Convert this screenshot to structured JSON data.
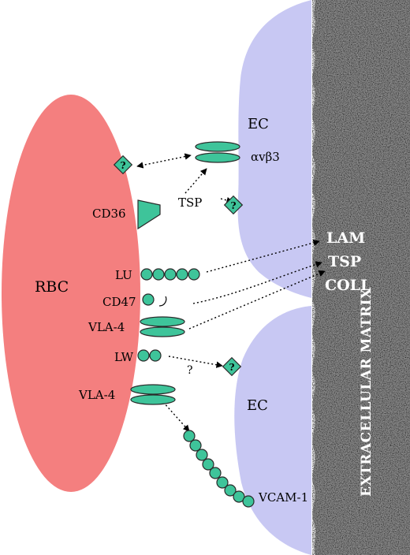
{
  "labels": {
    "rbc": "RBC",
    "ec_top": "EC",
    "ec_bottom": "EC",
    "avb3": "αvβ3",
    "cd36": "CD36",
    "tsp": "TSP",
    "lu": "LU",
    "cd47": "CD47",
    "vla4_top": "VLA-4",
    "lw": "LW",
    "vla4_bottom": "VLA-4",
    "vcam1": "VCAM-1",
    "q_unknown": "?",
    "q_receptor": "?",
    "lam": "LAM",
    "tsp_matrix": "TSP",
    "coll": "COLL",
    "matrix": "EXTRACELLULAR MATRIX"
  },
  "colors": {
    "rbc": "#f47f7f",
    "ec": "#c8c8f3",
    "molecule": "#3ec49a",
    "matrix_base": "#8c8c8c"
  }
}
